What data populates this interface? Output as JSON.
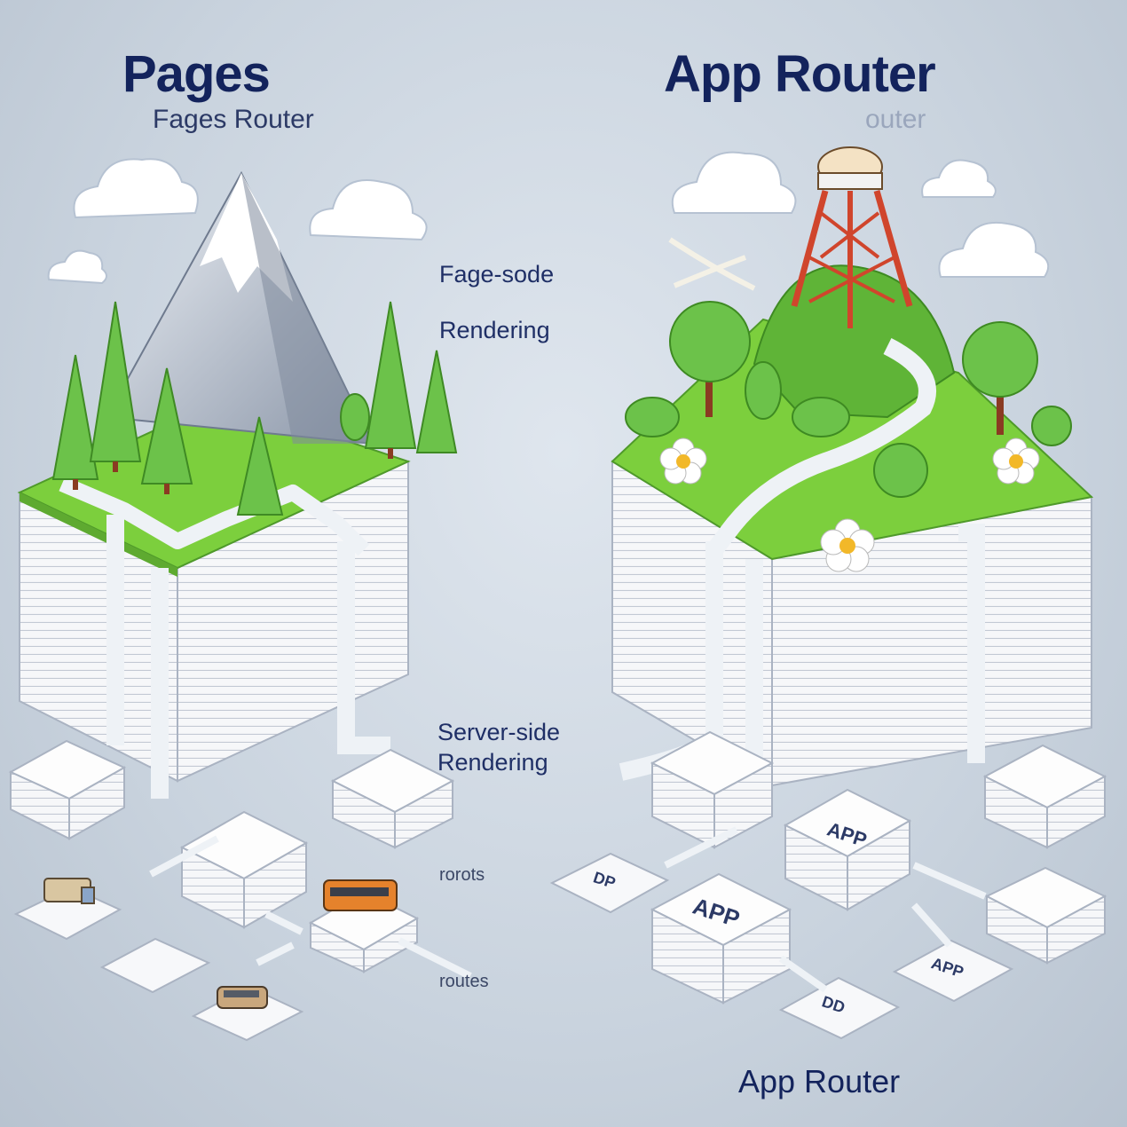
{
  "left": {
    "title": "Pages",
    "subtitle": "Fages Router",
    "note_top_line1": "Fage-sode",
    "note_top_line2": "Rendering",
    "note_mid_line1": "Server-side",
    "note_mid_line2": "Rendering",
    "label_a": "rorots",
    "label_b": "routes"
  },
  "right": {
    "title": "App Router",
    "subtitle": "outer",
    "footer": "App Router",
    "tile_labels": [
      "APP",
      "APP",
      "APP",
      "DP",
      "DD"
    ]
  },
  "colors": {
    "title": "#13235c",
    "grass": "#7ccf3d",
    "grass_dark": "#58a82a",
    "tree": "#6cc24a",
    "paper": "#f5f6f8",
    "tower": "#d0452c",
    "sky": "#d6dee8"
  },
  "icons": [
    "cloud-icon",
    "mountain-icon",
    "pine-tree-icon",
    "round-tree-icon",
    "tower-icon",
    "flower-icon",
    "truck-icon",
    "bus-icon",
    "car-icon",
    "paper-stack-icon"
  ]
}
